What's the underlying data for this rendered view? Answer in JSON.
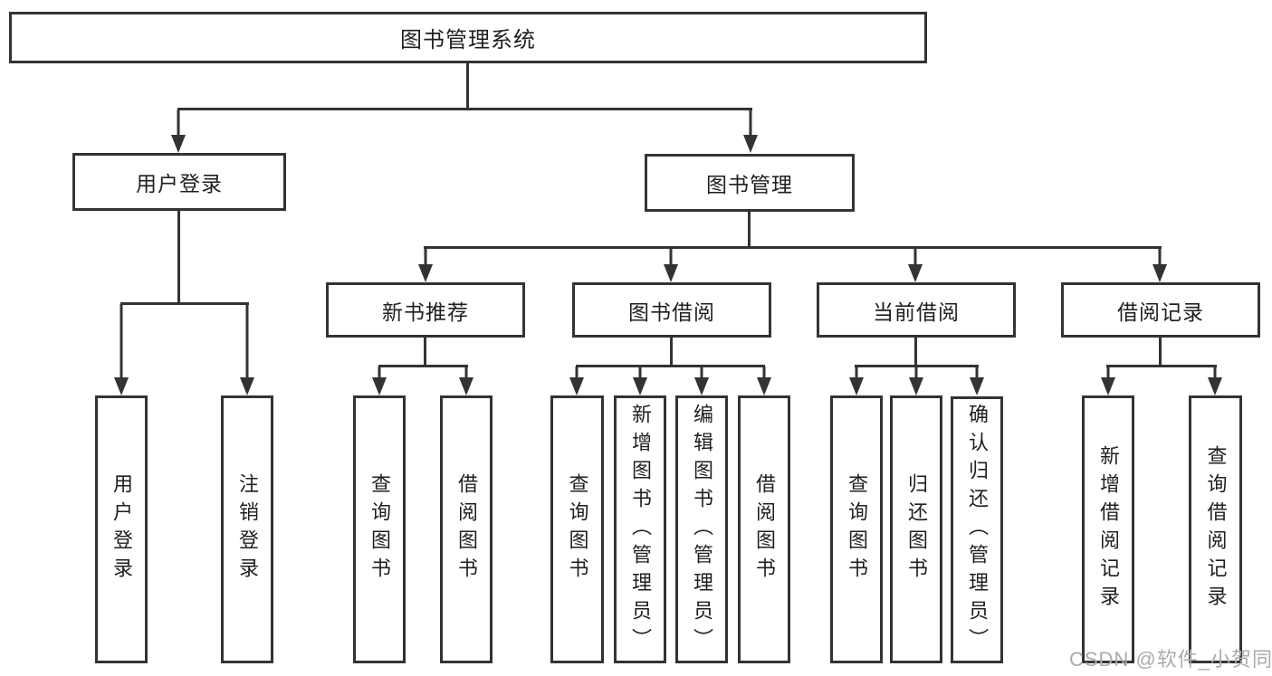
{
  "diagram": {
    "root": {
      "label": "图书管理系统"
    },
    "level2": [
      {
        "label": "用户登录"
      },
      {
        "label": "图书管理"
      }
    ],
    "level3": [
      {
        "label": "新书推荐"
      },
      {
        "label": "图书借阅"
      },
      {
        "label": "当前借阅"
      },
      {
        "label": "借阅记录"
      }
    ],
    "leaves": {
      "user": [
        {
          "label": "用户登录"
        },
        {
          "label": "注销登录"
        }
      ],
      "recommend": [
        {
          "label": "查询图书"
        },
        {
          "label": "借阅图书"
        }
      ],
      "borrow": [
        {
          "label": "查询图书"
        },
        {
          "label": "新增图书（管理员）"
        },
        {
          "label": "编辑图书（管理员）"
        },
        {
          "label": "借阅图书"
        }
      ],
      "current": [
        {
          "label": "查询图书"
        },
        {
          "label": "归还图书"
        },
        {
          "label": "确认归还（管理员）"
        }
      ],
      "records": [
        {
          "label": "新增借阅记录"
        },
        {
          "label": "查询借阅记录"
        }
      ]
    },
    "watermark": "CSDN @软件_小贺同学",
    "colors": {
      "line": "#333333",
      "text": "#1f1f1f",
      "background": "#ffffff",
      "watermark": "#ababab"
    }
  }
}
